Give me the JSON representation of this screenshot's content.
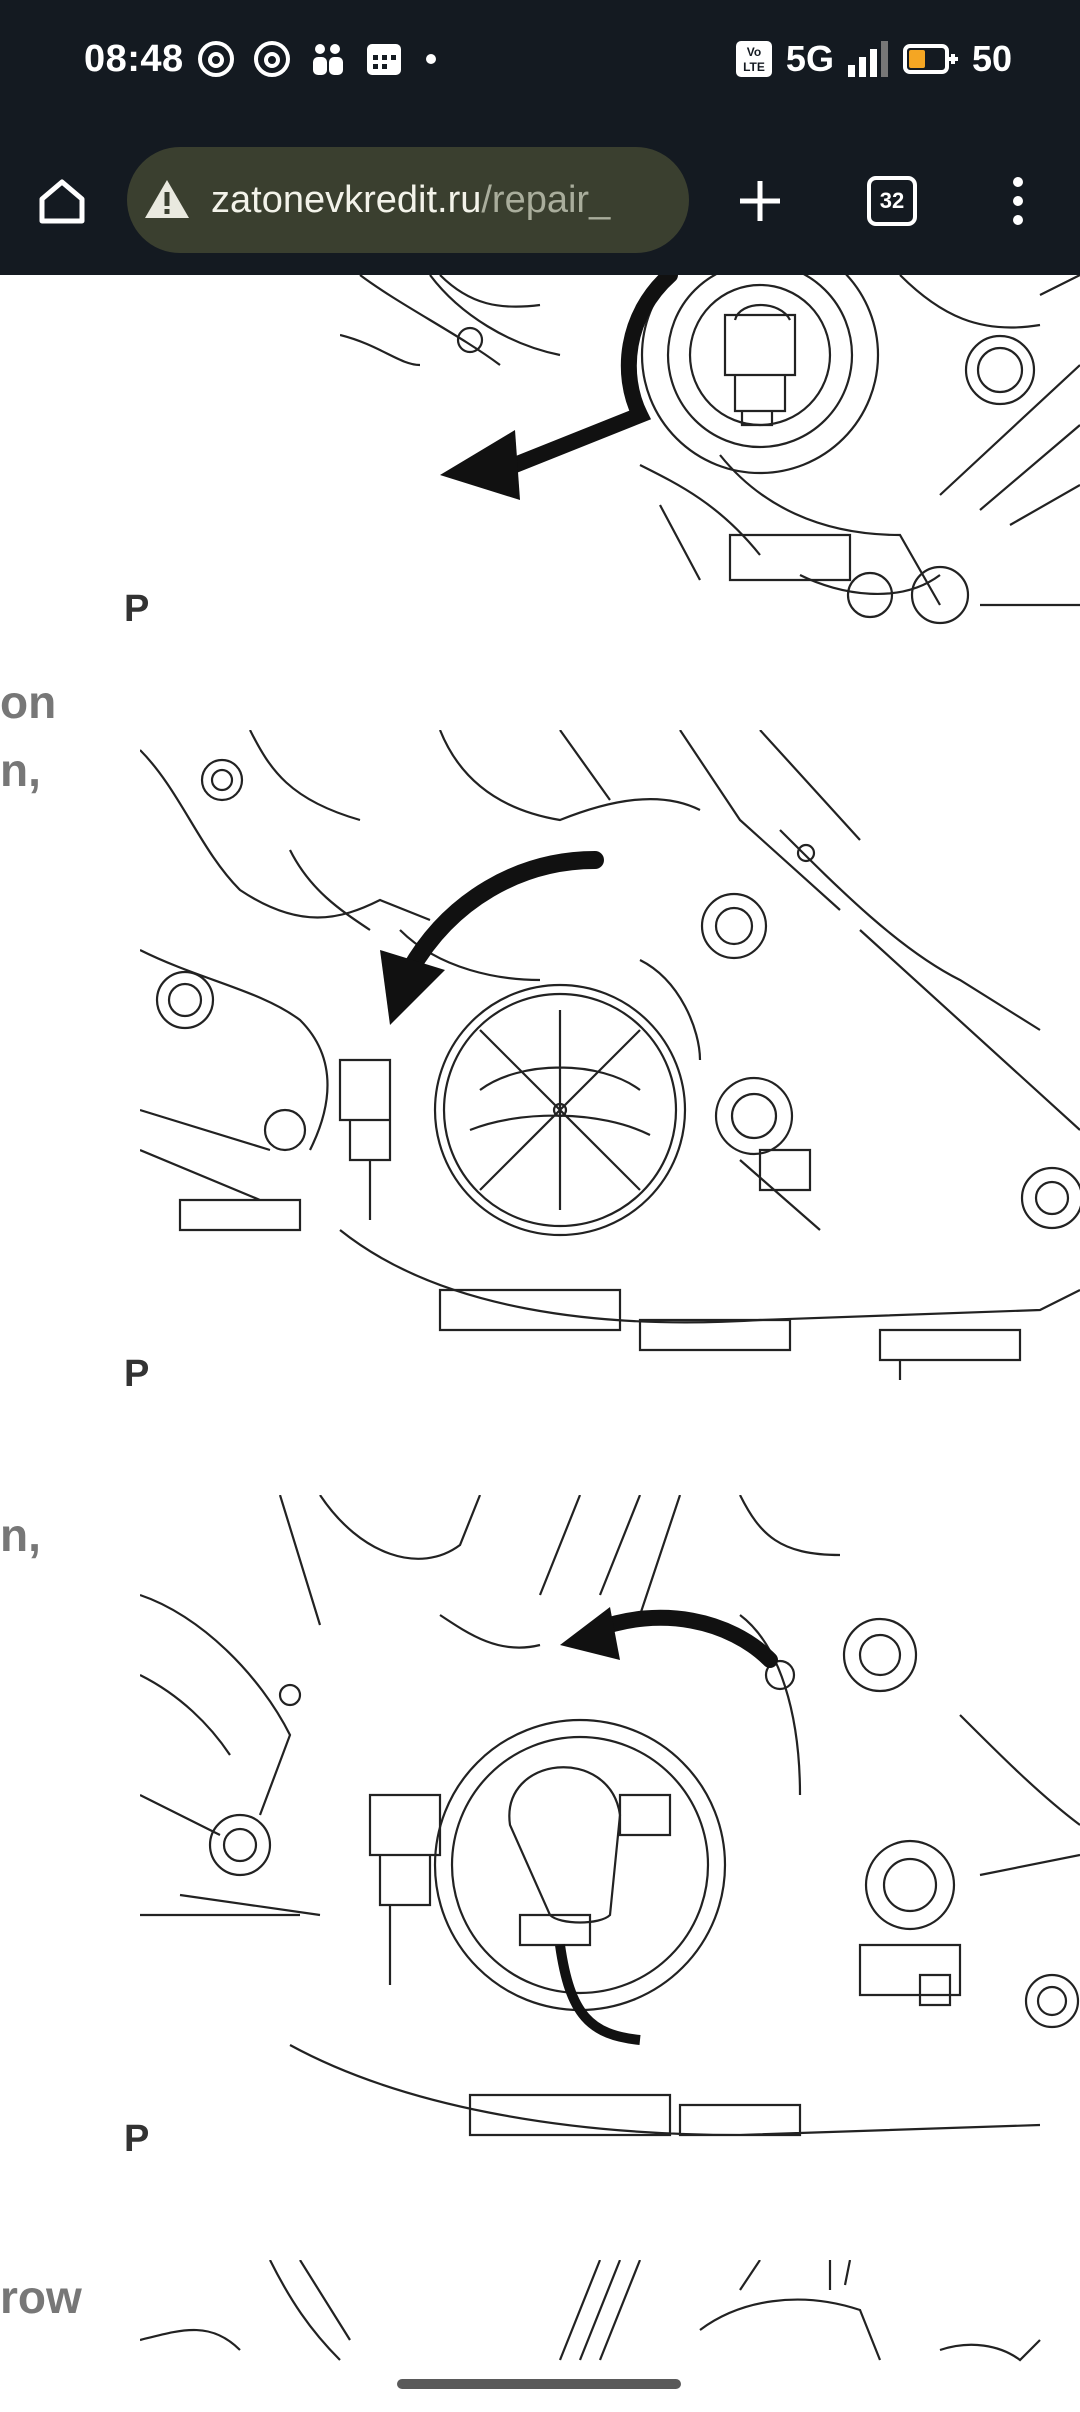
{
  "status_bar": {
    "time": "08:48",
    "network": "5G",
    "battery": "50",
    "volte_badge": "Vo LTE",
    "left_icons": [
      "threads-icon",
      "threads-icon",
      "teams-icon",
      "calendar-app-icon",
      "more-notifications-dot"
    ],
    "accent_battery": "#f5a623"
  },
  "browser": {
    "url_host": "zatonevkredit.ru",
    "url_path": "/repair_",
    "tab_count": "32",
    "colors": {
      "toolbar_bg": "#141a21",
      "urlbar_bg": "#3a3f2f"
    }
  },
  "content": {
    "side_texts": [
      "on",
      "n,",
      "n,",
      "row"
    ],
    "figure_labels": [
      "P",
      "P",
      "P"
    ]
  }
}
